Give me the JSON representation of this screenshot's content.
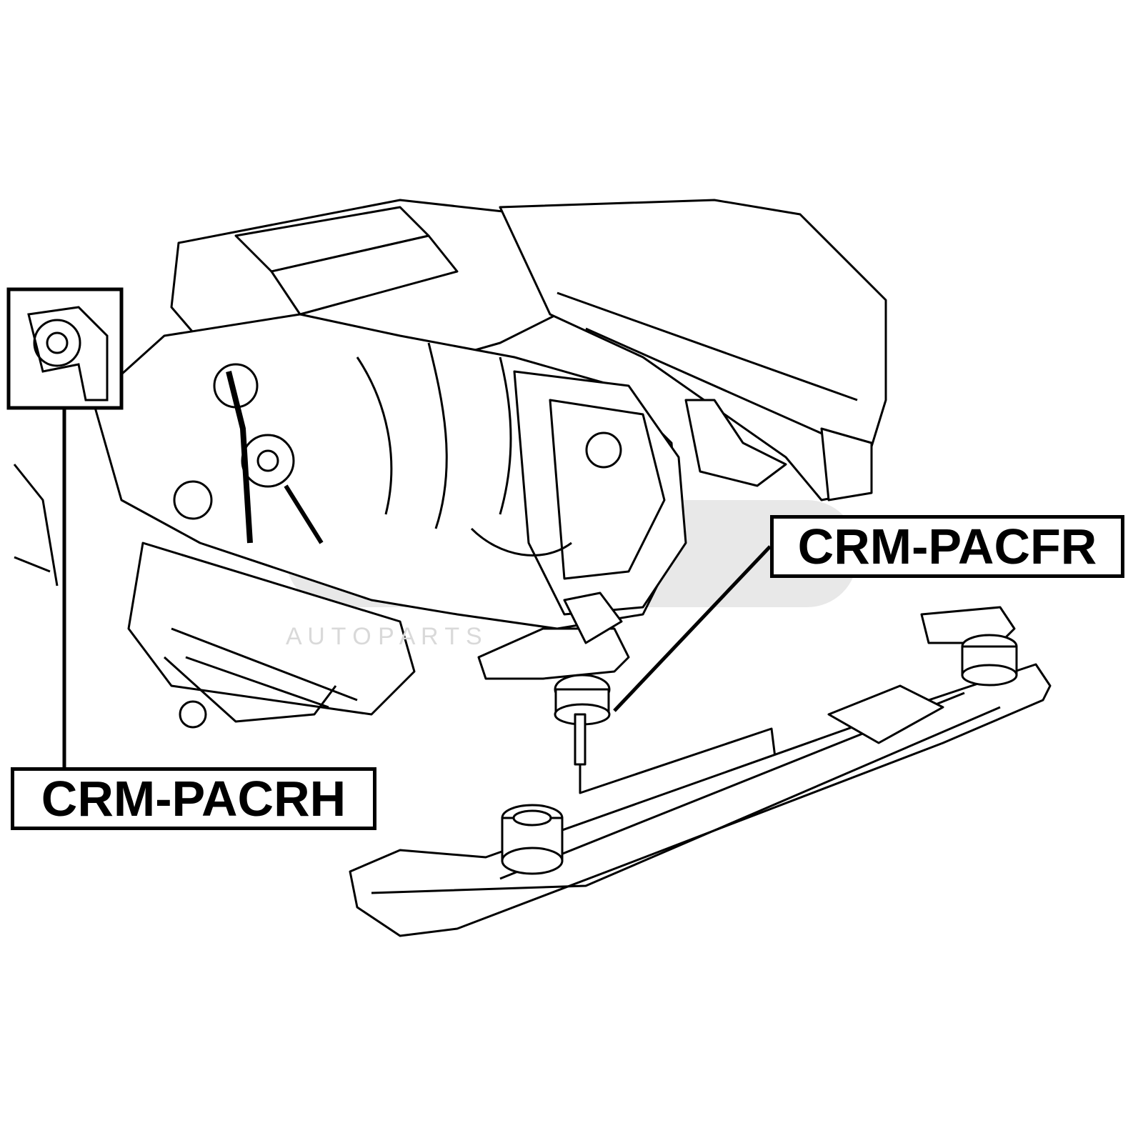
{
  "diagram": {
    "callouts": {
      "front": {
        "label": "CRM-PACFR"
      },
      "rear_right": {
        "label": "CRM-PACRH"
      }
    },
    "watermark": {
      "subtitle": "A U T O   P A R T S"
    },
    "colors": {
      "line": "#000000",
      "background": "#ffffff",
      "watermark": "#d9d9d9"
    }
  }
}
